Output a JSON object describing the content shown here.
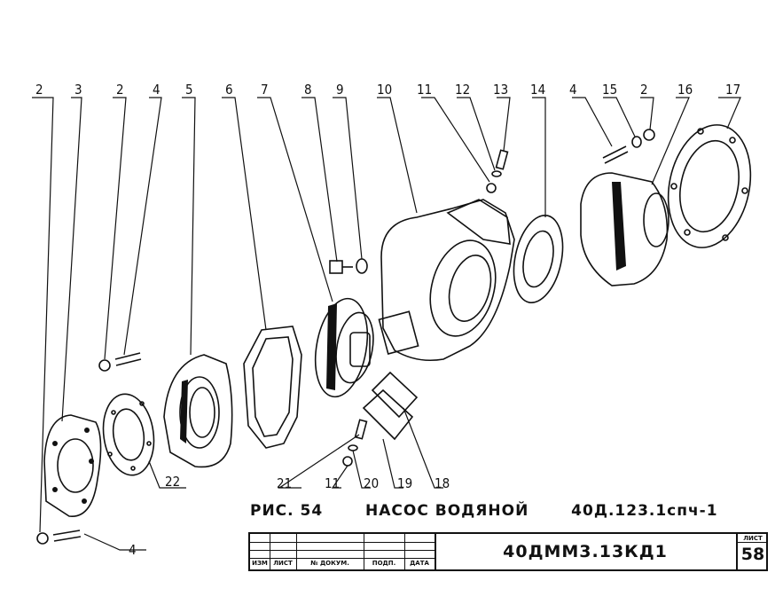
{
  "callouts_top": [
    "2",
    "3",
    "2",
    "4",
    "5",
    "6",
    "7",
    "8",
    "9",
    "10",
    "11",
    "12",
    "13",
    "14",
    "4",
    "15",
    "2",
    "16",
    "17"
  ],
  "callouts_bottom": [
    "21",
    "11",
    "20",
    "19",
    "18",
    "22",
    "4"
  ],
  "caption": {
    "figure": "РИС. 54",
    "title": "НАСОС  ВОДЯНОЙ",
    "code": "40Д.123.1спч-1"
  },
  "title_block": {
    "headers": [
      "ИЗМ",
      "ЛИСТ",
      "№ ДОКУМ.",
      "ПОДП.",
      "ДАТА"
    ],
    "document": "40ДММ3.13КД1",
    "sheet_label": "ЛИСТ",
    "sheet_number": "58"
  }
}
